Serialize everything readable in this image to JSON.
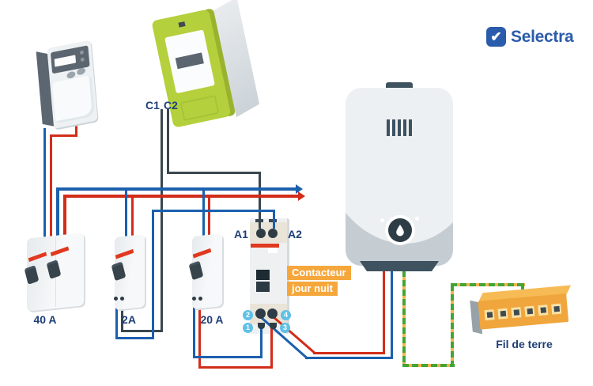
{
  "brand": {
    "name": "Selectra",
    "check": "✔"
  },
  "meter_contacts": {
    "c1": "C1",
    "c2": "C2"
  },
  "breakers": [
    {
      "id": "main-breaker",
      "label": "40 A"
    },
    {
      "id": "coil-breaker",
      "label": "2A"
    },
    {
      "id": "heater-breaker",
      "label": "20 A"
    }
  ],
  "contactor": {
    "coil_terminal_left": "A1",
    "coil_terminal_right": "A2",
    "tag_line1": "Contacteur",
    "tag_line2": "jour nuit",
    "power_terminals": {
      "t1": "1",
      "t2": "2",
      "t3": "3",
      "t4": "4"
    }
  },
  "earth": {
    "label": "Fil de terre"
  },
  "colors": {
    "neutral_blue": "#1b60ae",
    "phase_red": "#d22d1a",
    "pilot_dark": "#3a474f",
    "earth_green": "#43a437",
    "earth_yellow": "#f6b44a",
    "accent_orange": "#f5a73b",
    "brand_blue": "#2b5cab",
    "label_navy": "#1f3e78",
    "badge_blue": "#5fc0e8",
    "linky_green": "#b4d03c"
  }
}
